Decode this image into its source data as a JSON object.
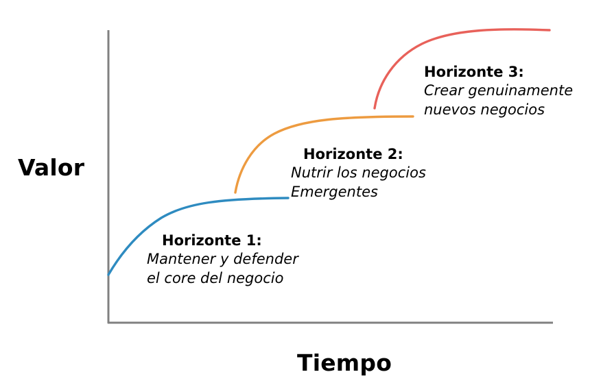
{
  "chart_data": {
    "type": "line",
    "title": "",
    "xlabel": "Tiempo",
    "ylabel": "Valor",
    "grid": false,
    "legend": "none",
    "axis_color": "#808080",
    "xlim": [
      0,
      100
    ],
    "ylim": [
      0,
      100
    ],
    "series": [
      {
        "name": "Horizonte 1",
        "color": "#2E8BC0",
        "x": [
          0,
          4,
          9,
          15,
          22,
          30,
          40,
          52,
          65,
          80,
          95,
          110
        ],
        "y": [
          22,
          34,
          44,
          52,
          58,
          63,
          67,
          70,
          71.5,
          72.5,
          73,
          73
        ]
      },
      {
        "name": "Horizonte 2",
        "color": "#ED9B40",
        "x": [
          28,
          30,
          33,
          37,
          43,
          50,
          60,
          72,
          86,
          100,
          115,
          130
        ],
        "y": [
          44,
          56,
          66,
          74,
          80,
          85,
          89,
          91.5,
          93,
          94,
          94.5,
          94.5
        ]
      },
      {
        "name": "Horizonte 3",
        "color": "#E8615A",
        "x": [
          60,
          62,
          65,
          69,
          75,
          83,
          93,
          105,
          120,
          136,
          152,
          168
        ],
        "y": [
          64,
          76,
          86,
          94,
          100,
          106,
          110,
          113,
          115,
          116.5,
          117.5,
          117.5
        ]
      }
    ],
    "annotations": [
      {
        "series": "Horizonte 1",
        "title": "Horizonte 1:",
        "lines": [
          "Mantener  y  defender",
          "el core del negocio"
        ]
      },
      {
        "series": "Horizonte 2",
        "title": "Horizonte 2:",
        "lines": [
          "Nutrir    los    negocios",
          "Emergentes"
        ]
      },
      {
        "series": "Horizonte 3",
        "title": "Horizonte 3:",
        "lines": [
          "Crear   genuinamente",
          "nuevos negocios"
        ]
      }
    ]
  },
  "axes": {
    "y_label": "Valor",
    "x_label": "Tiempo"
  },
  "annotations": {
    "h1": {
      "title": "Horizonte 1:",
      "line1": "Mantener  y  defender",
      "line2": "el core del negocio"
    },
    "h2": {
      "title": "Horizonte 2:",
      "line1": "Nutrir    los    negocios",
      "line2": "Emergentes"
    },
    "h3": {
      "title": "Horizonte 3:",
      "line1": "Crear   genuinamente",
      "line2": "nuevos negocios"
    }
  },
  "colors": {
    "horizon1": "#2E8BC0",
    "horizon2": "#ED9B40",
    "horizon3": "#E8615A",
    "axis": "#808080",
    "text": "#000000",
    "background": "#FFFFFF"
  }
}
